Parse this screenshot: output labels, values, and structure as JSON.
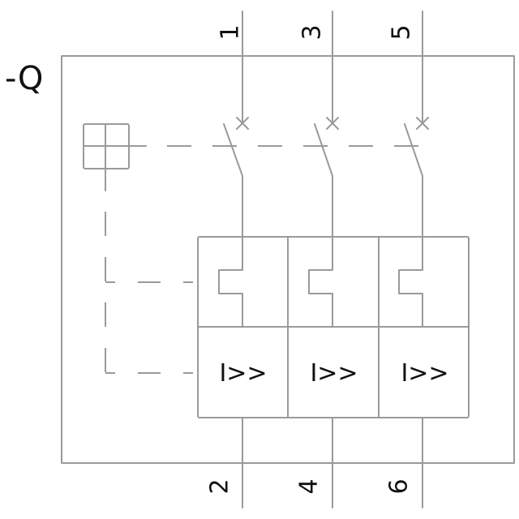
{
  "device": {
    "reference_designator": "-Q",
    "type": "3-pole circuit breaker (thermal + magnetic trip)",
    "line_color": "#9a9a9a",
    "text_color": "#111111"
  },
  "poles": [
    {
      "top_terminal": "1",
      "bottom_terminal": "2",
      "magnetic_trip_symbol": "I>>"
    },
    {
      "top_terminal": "3",
      "bottom_terminal": "4",
      "magnetic_trip_symbol": "I>>"
    },
    {
      "top_terminal": "5",
      "bottom_terminal": "6",
      "magnetic_trip_symbol": "I>>"
    }
  ],
  "elements": {
    "actuator": "manual-operator-handle",
    "contact": "isolating-switch-contact",
    "thermal_trip": "thermal-overload-element",
    "magnetic_trip": "magnetic-overcurrent-release",
    "linkage": "mechanical-linkage-dashed"
  }
}
